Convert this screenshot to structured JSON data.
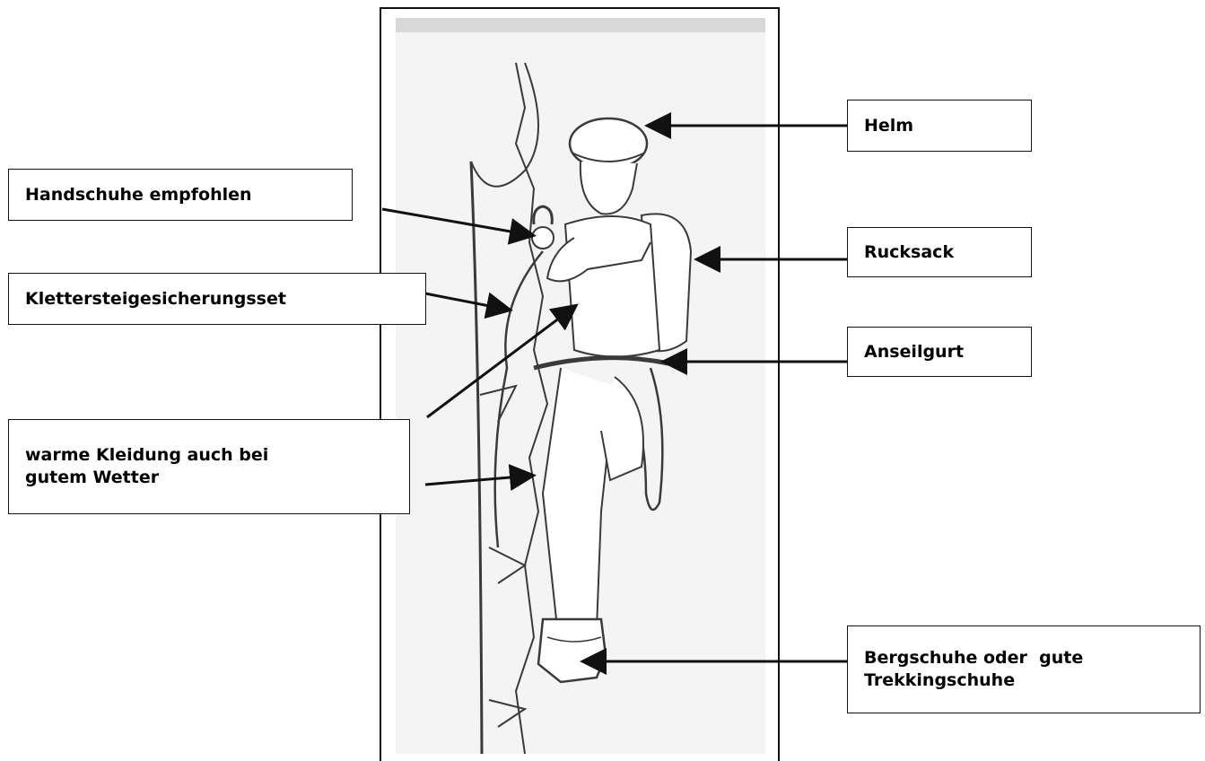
{
  "labels": {
    "helm": "Helm",
    "rucksack": "Rucksack",
    "anseilgurt": "Anseilgurt",
    "bergschuhe": "Bergschuhe oder  gute\nTrekkingschuhe",
    "handschuhe": "Handschuhe empfohlen",
    "klettersteig": "Klettersteigesicherungsset",
    "kleidung": "warme Kleidung auch bei\ngutem Wetter"
  },
  "colors": {
    "line": "#111111",
    "sketch": "#3a3a3a",
    "paper": "#f2f2f2"
  }
}
